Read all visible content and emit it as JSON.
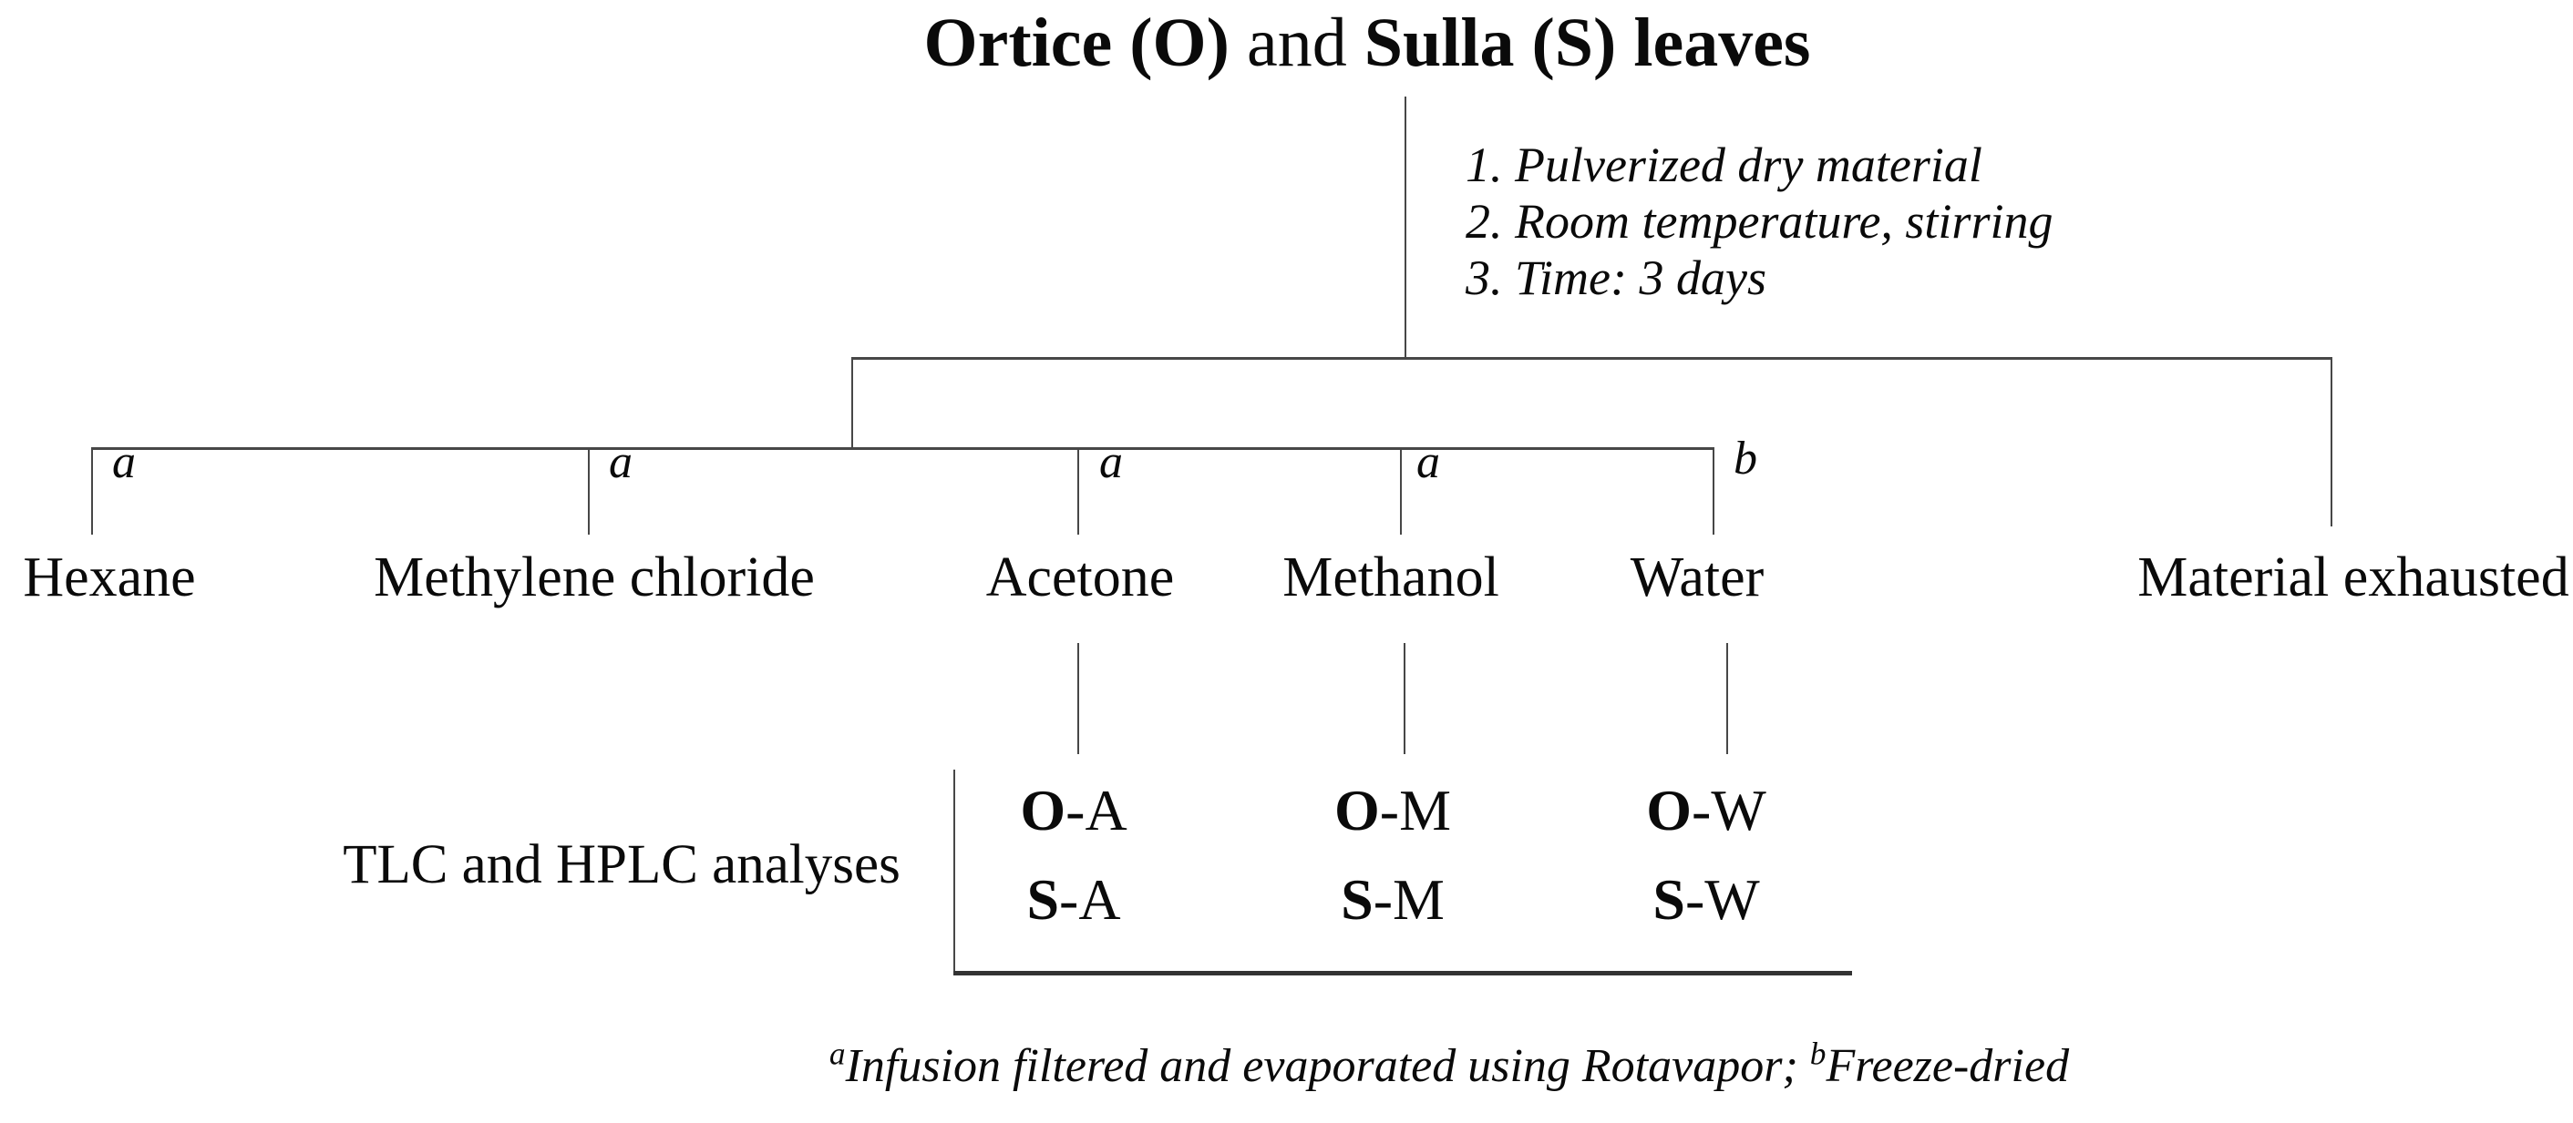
{
  "title": {
    "bold_1": "Ortice (O)",
    "regular_mid": " and ",
    "bold_2": "Sulla (S) leaves"
  },
  "process_steps": [
    "1. Pulverized dry material",
    "2. Room temperature, stirring",
    "3. Time: 3 days"
  ],
  "branches": [
    {
      "label": "Hexane",
      "marker": "a"
    },
    {
      "label": "Methylene chloride",
      "marker": "a"
    },
    {
      "label": "Acetone",
      "marker": "a"
    },
    {
      "label": "Methanol",
      "marker": "a"
    },
    {
      "label": "Water",
      "marker": "b"
    },
    {
      "label": "Material exhausted",
      "marker": ""
    }
  ],
  "extract_columns": [
    {
      "top_bold": "O",
      "top_rest": "-A",
      "bottom_bold": "S",
      "bottom_rest": "-A"
    },
    {
      "top_bold": "O",
      "top_rest": "-M",
      "bottom_bold": "S",
      "bottom_rest": "-M"
    },
    {
      "top_bold": "O",
      "top_rest": "-W",
      "bottom_bold": "S",
      "bottom_rest": "-W"
    }
  ],
  "analysis_label": "TLC and HPLC analyses",
  "footnote": {
    "sup_a": "a",
    "text_a": "Infusion filtered and evaporated using Rotavapor; ",
    "sup_b": "b",
    "text_b": "Freeze-dried"
  },
  "colors": {
    "text": "#0a0a0a",
    "line": "#474747",
    "background": "#ffffff"
  }
}
